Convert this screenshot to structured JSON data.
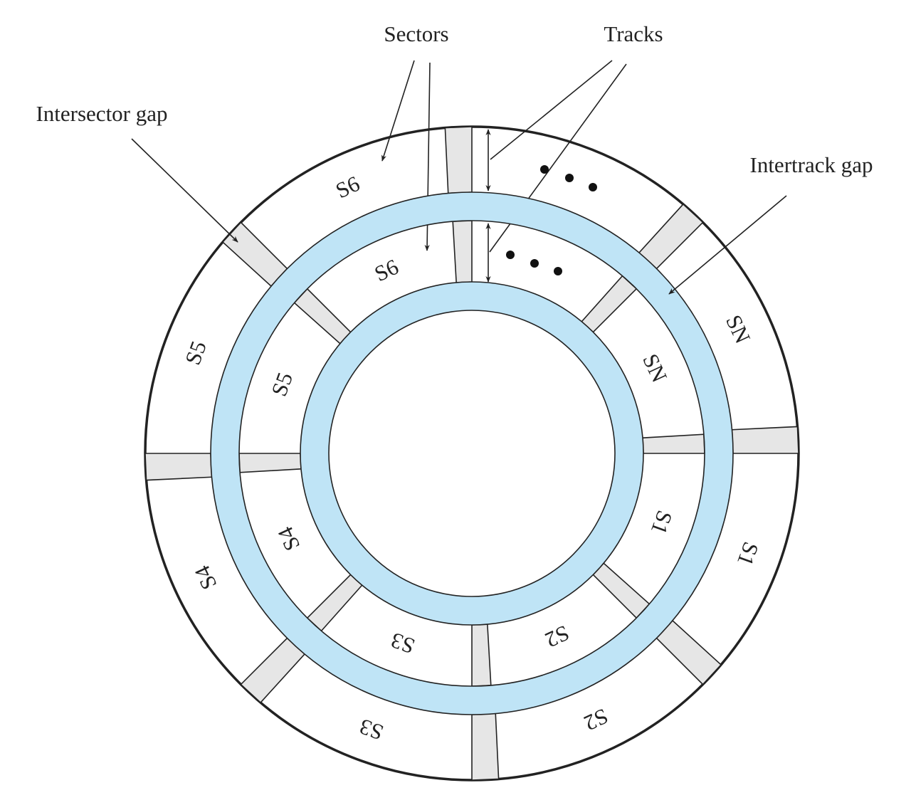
{
  "annotations": {
    "sectors": "Sectors",
    "tracks": "Tracks",
    "intersector_gap": "Intersector gap",
    "intertrack_gap": "Intertrack gap"
  },
  "outer_track_sectors": [
    "SN",
    "S1",
    "S2",
    "S3",
    "S4",
    "S5",
    "S6"
  ],
  "inner_track_sectors": [
    "SN",
    "S1",
    "S2",
    "S3",
    "S4",
    "S5",
    "S6"
  ],
  "colors": {
    "intertrack_gap": "#bfe4f6",
    "intersector_gap": "#e6e6e6",
    "stroke": "#222222"
  }
}
